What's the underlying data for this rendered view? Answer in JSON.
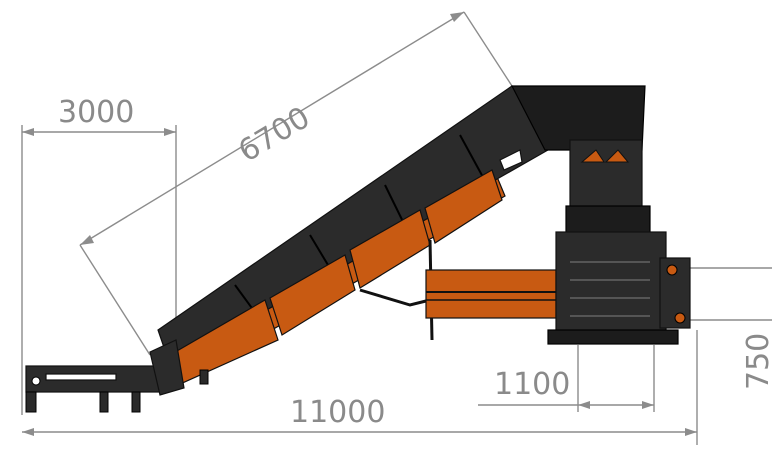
{
  "dimensions": {
    "feed_section": "3000",
    "conveyor_length": "6700",
    "overall_length": "11000",
    "baler_width": "1100",
    "baler_height": "750"
  },
  "colors": {
    "frame": "#2b2b2b",
    "belt": "#c85a12",
    "dimension": "#8c8c8c"
  }
}
